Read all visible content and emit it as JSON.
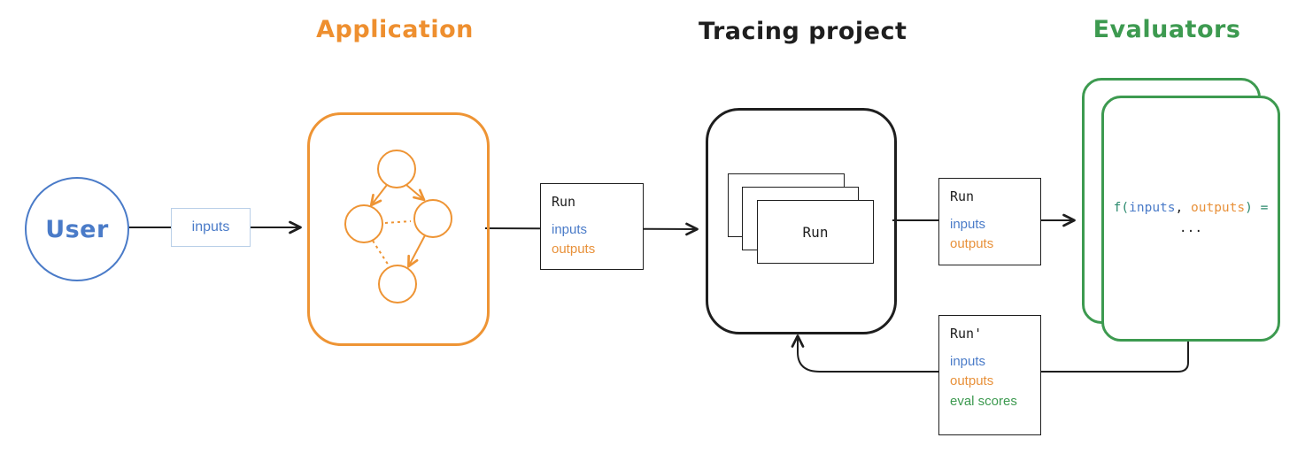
{
  "titles": {
    "application": "Application",
    "tracing_project": "Tracing project",
    "evaluators": "Evaluators"
  },
  "user_node": {
    "label": "User"
  },
  "input_badge": {
    "label": "inputs"
  },
  "run_box_app": {
    "title": "Run",
    "line_inputs": "inputs",
    "line_outputs": "outputs"
  },
  "tracing_card": {
    "label": "Run"
  },
  "run_box_eval": {
    "title": "Run",
    "line_inputs": "inputs",
    "line_outputs": "outputs"
  },
  "evaluator_fn": {
    "fn_open": "f(",
    "arg_inputs": "inputs",
    "separator": ", ",
    "arg_outputs": "outputs",
    "fn_close": ") =",
    "ellipsis": "..."
  },
  "run_prime_box": {
    "title": "Run'",
    "line_inputs": "inputs",
    "line_outputs": "outputs",
    "line_eval_scores": "eval scores"
  },
  "colors": {
    "user_blue": "#4a7bc8",
    "application_orange": "#ee9434",
    "evaluator_green": "#3d9a50",
    "ink_black": "#1e1e1e"
  }
}
